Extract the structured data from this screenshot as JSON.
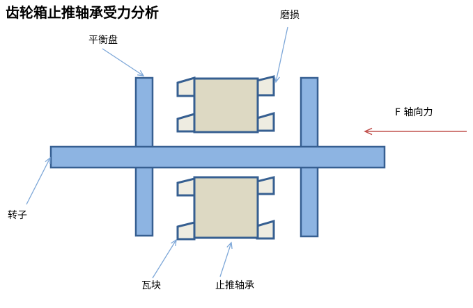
{
  "title": "齿轮箱止推轴承受力分析",
  "labels": {
    "balance_disk": "平衡盘",
    "wear": "磨损",
    "axial_force": "F 轴向力",
    "rotor": "转子",
    "pad": "瓦块",
    "thrust_bearing": "止推轴承"
  },
  "colors": {
    "background": "#ffffff",
    "text_black": "#000000",
    "shape_fill_blue": "#8db4e2",
    "shape_stroke_blue": "#365f91",
    "block_fill_tan": "#ddd9c3",
    "pad_fill_cream": "#eeece1",
    "leader_line_blue": "#7da7d8",
    "force_arrow_red": "#c0504d"
  }
}
